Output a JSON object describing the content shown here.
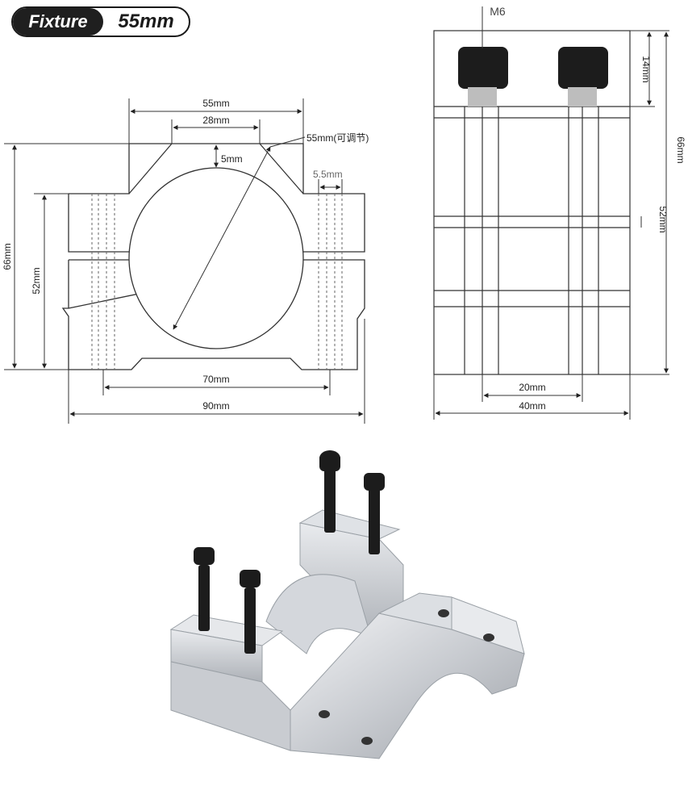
{
  "badge": {
    "left": "Fixture",
    "right": "55mm"
  },
  "front_view": {
    "top_width": "55mm",
    "top_inner": "28mm",
    "top_gap": "5mm",
    "diameter": "55mm(可调节)",
    "hole": "5.5mm",
    "height_total": "66mm",
    "height_body": "52mm",
    "hole_span": "70mm",
    "width_total": "90mm"
  },
  "side_view": {
    "screw": "M6",
    "top_height": "14mm",
    "height_total": "66mm",
    "height_body": "52mm",
    "hole_span": "20mm",
    "width_total": "40mm"
  },
  "icons": [
    "arrow-icon",
    "bolt-icon"
  ]
}
